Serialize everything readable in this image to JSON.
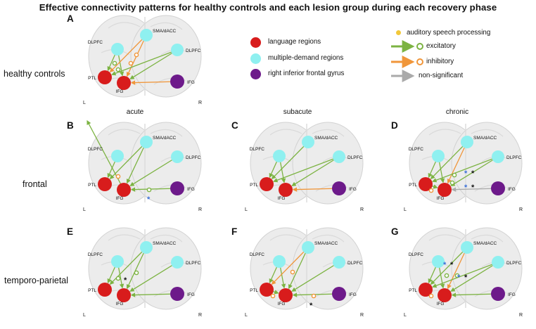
{
  "title": "Effective connectivity patterns for healthy controls and each lesion group during each recovery phase",
  "row_labels": {
    "healthy": "healthy controls",
    "frontal": "frontal",
    "temporo": "temporo-parietal"
  },
  "col_labels": {
    "acute": "acute",
    "subacute": "subacute",
    "chronic": "chronic"
  },
  "panel_letters": {
    "A": "A",
    "B": "B",
    "C": "C",
    "D": "D",
    "E": "E",
    "F": "F",
    "G": "G"
  },
  "region_labels": {
    "dlpfc": "DLPFC",
    "sma": "SMA/dACC",
    "ptl": "PTL",
    "ifg": "IFG"
  },
  "hemis": {
    "left": "L",
    "right": "R"
  },
  "star": "*",
  "legend": {
    "language": "language regions",
    "md": "multiple-demand regions",
    "rifg": "right inferior frontal gyrus",
    "auditory": "auditory speech processing",
    "excitatory": "excitatory",
    "inhibitory": "inhibitory",
    "nonsig": "non-significant"
  },
  "colors": {
    "language": "#d81c1c",
    "md": "#8ff0f0",
    "rifg": "#6d1a8a",
    "auditory": "#f2c83a",
    "excitatory": "#7cb342",
    "inhibitory": "#f0963a",
    "nonsig": "#aaaaaa",
    "star_blue": "#3a6fd8",
    "star_black": "#111111"
  }
}
